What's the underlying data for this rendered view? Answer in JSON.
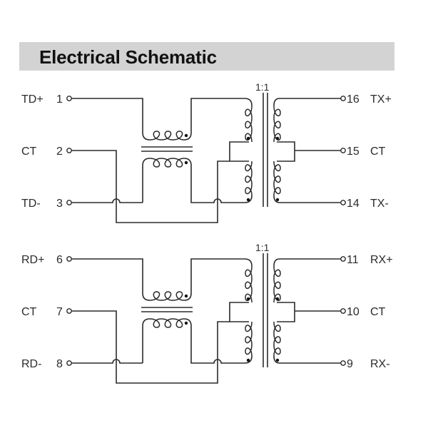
{
  "header": {
    "title": "Electrical Schematic"
  },
  "colors": {
    "header_bg": "#d3d3d3",
    "line": "#2b2b2b",
    "background": "#ffffff"
  },
  "channels": [
    {
      "name": "transmit",
      "ratio": "1:1",
      "left_pins": [
        {
          "label": "TD+",
          "number": "1"
        },
        {
          "label": "CT",
          "number": "2"
        },
        {
          "label": "TD-",
          "number": "3"
        }
      ],
      "right_pins": [
        {
          "label": "TX+",
          "number": "16"
        },
        {
          "label": "CT",
          "number": "15"
        },
        {
          "label": "TX-",
          "number": "14"
        }
      ]
    },
    {
      "name": "receive",
      "ratio": "1:1",
      "left_pins": [
        {
          "label": "RD+",
          "number": "6"
        },
        {
          "label": "CT",
          "number": "7"
        },
        {
          "label": "RD-",
          "number": "8"
        }
      ],
      "right_pins": [
        {
          "label": "RX+",
          "number": "11"
        },
        {
          "label": "CT",
          "number": "10"
        },
        {
          "label": "RX-",
          "number": "9"
        }
      ]
    }
  ]
}
